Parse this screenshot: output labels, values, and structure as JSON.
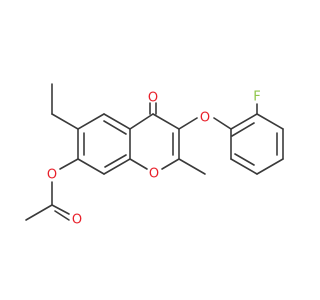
{
  "molecule": {
    "atoms": [
      {
        "id": "o-carbonyl",
        "label": "O",
        "color": "#e8202a"
      },
      {
        "id": "o-ether",
        "label": "O",
        "color": "#e8202a"
      },
      {
        "id": "o-ring",
        "label": "O",
        "color": "#e8202a"
      },
      {
        "id": "o-ester",
        "label": "O",
        "color": "#e8202a"
      },
      {
        "id": "o-acyl",
        "label": "O",
        "color": "#e8202a"
      },
      {
        "id": "f",
        "label": "F",
        "color": "#8fc64b"
      }
    ],
    "bond_color": "#3a3a3a",
    "background": "#ffffff"
  }
}
